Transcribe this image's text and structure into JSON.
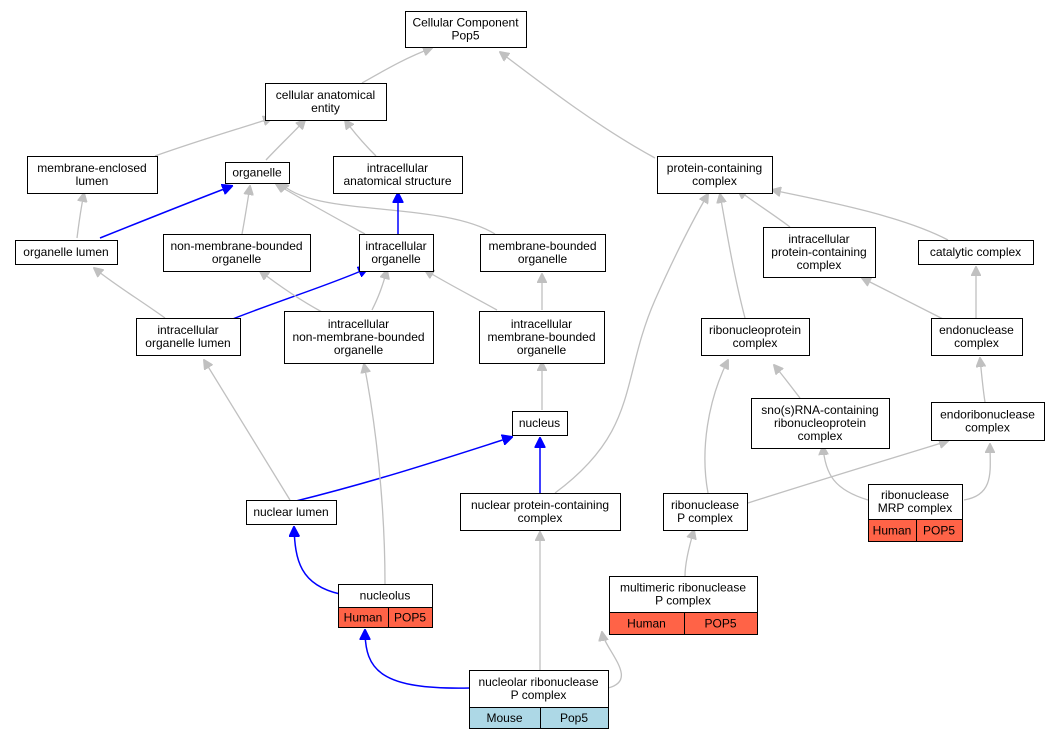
{
  "colors": {
    "human": "#ff6347",
    "mouse": "#add8e6",
    "is_a_edge": "#c0c0c0",
    "part_of_edge": "#0000ff"
  },
  "nodes": {
    "cellular_component": [
      "Cellular Component",
      "Pop5"
    ],
    "cellular_anatomical_entity": [
      "cellular anatomical",
      "entity"
    ],
    "membrane_enclosed_lumen": [
      "membrane-enclosed",
      "lumen"
    ],
    "organelle": [
      "organelle"
    ],
    "intracellular_anatomical_structure": [
      "intracellular",
      "anatomical structure"
    ],
    "protein_containing_complex": [
      "protein-containing",
      "complex"
    ],
    "organelle_lumen": [
      "organelle lumen"
    ],
    "non_membrane_bounded_organelle": [
      "non-membrane-bounded",
      "organelle"
    ],
    "intracellular_organelle": [
      "intracellular",
      "organelle"
    ],
    "membrane_bounded_organelle": [
      "membrane-bounded",
      "organelle"
    ],
    "intracellular_protein_containing_complex": [
      "intracellular",
      "protein-containing",
      "complex"
    ],
    "catalytic_complex": [
      "catalytic complex"
    ],
    "intracellular_organelle_lumen": [
      "intracellular",
      "organelle lumen"
    ],
    "intracellular_non_membrane_bounded_organelle": [
      "intracellular",
      "non-membrane-bounded",
      "organelle"
    ],
    "intracellular_membrane_bounded_organelle": [
      "intracellular",
      "membrane-bounded",
      "organelle"
    ],
    "ribonucleoprotein_complex": [
      "ribonucleoprotein",
      "complex"
    ],
    "endonuclease_complex": [
      "endonuclease",
      "complex"
    ],
    "nucleus": [
      "nucleus"
    ],
    "snorna_containing_rnp_complex": [
      "sno(s)RNA-containing",
      "ribonucleoprotein",
      "complex"
    ],
    "endoribonuclease_complex": [
      "endoribonuclease",
      "complex"
    ],
    "nuclear_lumen": [
      "nuclear lumen"
    ],
    "nuclear_protein_containing_complex": [
      "nuclear protein-containing",
      "complex"
    ],
    "ribonuclease_p_complex": [
      "ribonuclease",
      "P complex"
    ],
    "ribonuclease_mrp_complex": [
      "ribonuclease",
      "MRP complex"
    ],
    "nucleolus": [
      "nucleolus"
    ],
    "multimeric_ribonuclease_p_complex": [
      "multimeric ribonuclease",
      "P complex"
    ],
    "nucleolar_ribonuclease_p_complex": [
      "nucleolar ribonuclease",
      "P complex"
    ]
  },
  "annotations": {
    "ribonuclease_mrp_complex": {
      "species": "Human",
      "gene": "POP5"
    },
    "nucleolus": {
      "species": "Human",
      "gene": "POP5"
    },
    "multimeric_ribonuclease_p_complex": {
      "species": "Human",
      "gene": "POP5"
    },
    "nucleolar_ribonuclease_p_complex": {
      "species": "Mouse",
      "gene": "Pop5"
    }
  }
}
